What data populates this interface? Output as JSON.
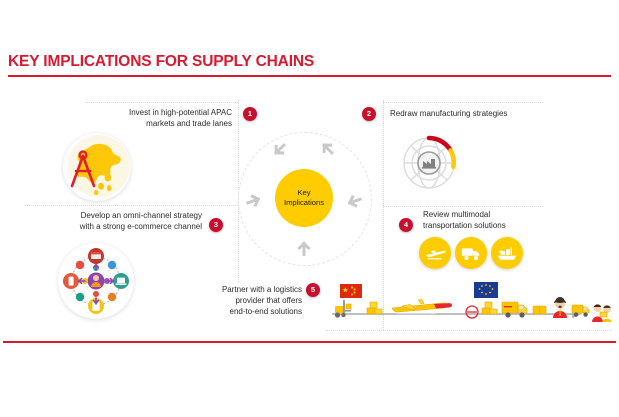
{
  "header": {
    "title": "KEY IMPLICATIONS FOR SUPPLY CHAINS",
    "accent_color": "#D81A31"
  },
  "hub": {
    "line1": "Key",
    "line2": "Implications",
    "fill_color": "#FFCC00",
    "arrow_color": "#c9c9c9",
    "arrow_count": 5
  },
  "items": [
    {
      "number": "1",
      "text_line1": "Invest in high-potential APAC",
      "text_line2": "markets and trade lanes",
      "align": "right",
      "icon": "compass-globe-asia-icon",
      "icon_colors": {
        "compass": "#E02020",
        "map": "#FFCC00",
        "globe": "#FAF6E6"
      }
    },
    {
      "number": "2",
      "text_line1": "Redraw manufacturing strategies",
      "text_line2": "",
      "align": "left",
      "icon": "factory-globe-icon",
      "icon_colors": {
        "globe": "#d7d7d7",
        "arc_red": "#D0021B",
        "arc_yellow": "#FFCC00",
        "factory": "#8a8a8a"
      }
    },
    {
      "number": "3",
      "text_line1": "Develop an omni-channel strategy",
      "text_line2": "with a strong e-commerce channel",
      "align": "right",
      "icon": "omni-channel-network-icon",
      "icon_colors": {
        "mobile": "#E8593C",
        "laptop": "#2E9E8F",
        "store": "#C0392B",
        "tablet": "#F0C419",
        "person": "#8E44AD"
      }
    },
    {
      "number": "4",
      "text_line1": "Review multimodal",
      "text_line2": "transportation solutions",
      "align": "left",
      "icon": "multimodal-transport-icons",
      "sub_icons": [
        "airplane-icon",
        "truck-icon",
        "cargo-ship-icon"
      ],
      "icon_colors": {
        "disc": "#FFCC00",
        "glyph": "#ffffff"
      }
    },
    {
      "number": "5",
      "text_line1": "Partner with a logistics",
      "text_line2": "provider that offers",
      "text_line3": "end-to-end solutions",
      "align": "right",
      "icon": "end-to-end-supply-chain-illustration"
    }
  ],
  "supply_chain": {
    "stages": [
      "china-flag-icon",
      "forklift-icon",
      "parcel-stack-icon",
      "cargo-airplane-icon",
      "customs-stamp-icon",
      "parcel-stack-icon",
      "eu-flag-icon",
      "delivery-truck-icon",
      "parcel-icon",
      "customer-service-agent-icon",
      "delivery-van-icon",
      "courier-delivery-icon"
    ],
    "flow_arrow_color": "#b4b4b4",
    "parcel_color": "#FFCC00"
  },
  "badge_color": "#C8102E"
}
